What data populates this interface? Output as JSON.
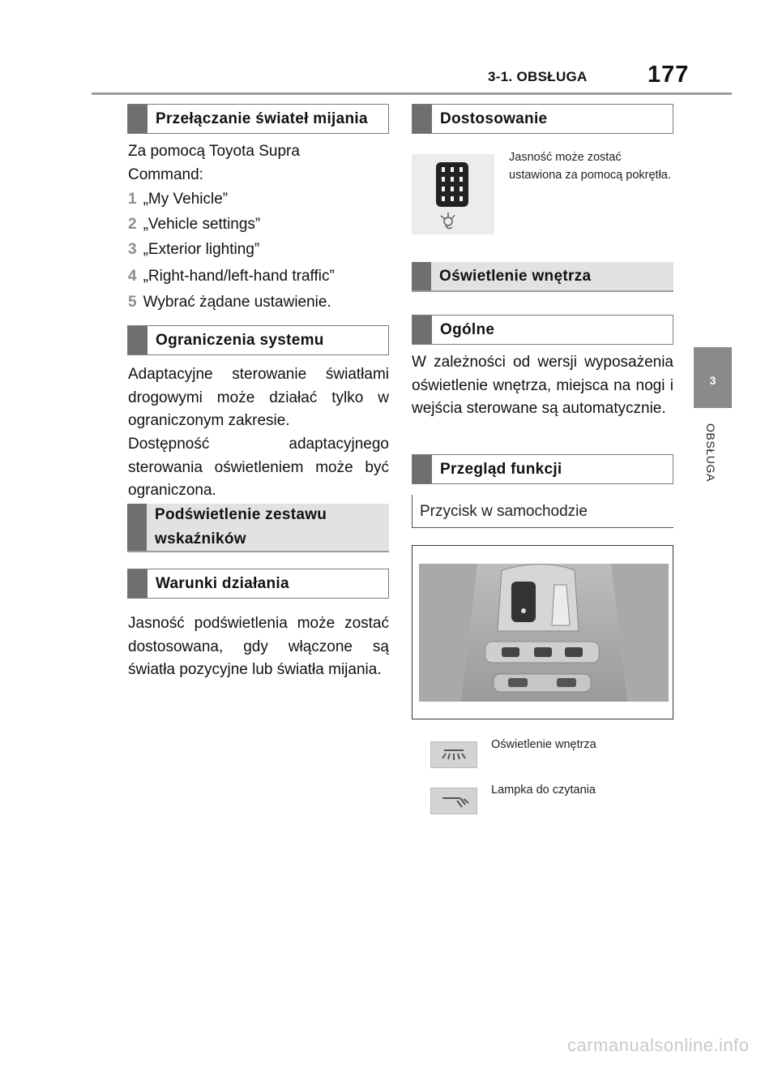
{
  "header": {
    "section": "3-1. OBSŁUGA",
    "page_number": "177"
  },
  "side_tab": {
    "chapter": "3",
    "label": "OBSŁUGA"
  },
  "left": {
    "heading1": "Przełączanie świateł mijania",
    "intro": "Za pomocą Toyota Supra Command:",
    "steps": [
      {
        "num": "1",
        "text": "„My Vehicle”"
      },
      {
        "num": "2",
        "text": "„Vehicle settings”"
      },
      {
        "num": "3",
        "text": "„Exterior lighting”"
      },
      {
        "num": "4",
        "text": "„Right-hand/left-hand traffic”"
      },
      {
        "num": "5",
        "text": "Wybrać żądane ustawienie."
      }
    ],
    "heading2": "Ograniczenia systemu",
    "para1": "Adaptacyjne sterowanie światłami drogowymi może działać tylko w ograniczonym zakresie.",
    "para2": "Dostępność adaptacyjnego sterowania oświetleniem może być ograniczona.",
    "heading3": "Podświetlenie zestawu wskaźników",
    "heading4": "Warunki działania",
    "para3": "Jasność podświetlenia może zostać dostosowana, gdy włączone są światła pozycyjne lub światła mijania."
  },
  "right": {
    "heading1": "Dostosowanie",
    "knob_caption": "Jasność może zostać ustawiona za pomocą pokrętła.",
    "heading2": "Oświetlenie wnętrza",
    "heading3": "Ogólne",
    "para1": "W zależności od wersji wyposażenia oświetlenie wnętrza, miejsca na nogi i wejścia sterowane są automatycznie.",
    "heading4": "Przegląd funkcji",
    "subheading": "Przycisk w samochodzie",
    "legend": [
      {
        "icon": "interior-light-icon",
        "text": "Oświetlenie wnętrza"
      },
      {
        "icon": "reading-light-icon",
        "text": "Lampka do czytania"
      }
    ]
  },
  "watermark": "carmanualsonline.info"
}
